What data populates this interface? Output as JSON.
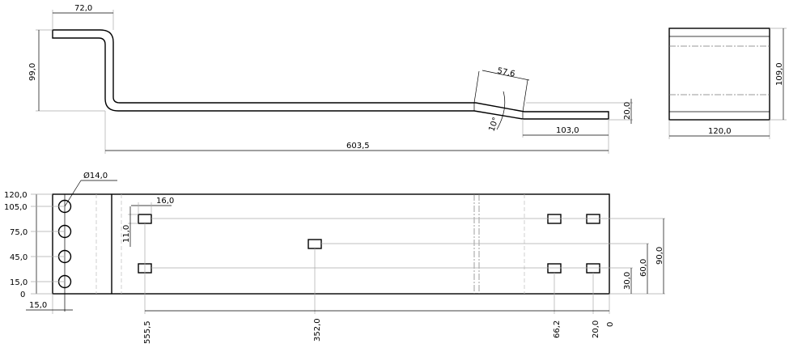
{
  "side_view": {
    "dims": {
      "flange_width": "72,0",
      "height": "99,0",
      "bend_length": "57,6",
      "bend_angle": "10°",
      "thickness": "20,0",
      "end_length": "103,0",
      "overall_length": "603,5"
    }
  },
  "end_view": {
    "dims": {
      "width": "120,0",
      "height": "109,0"
    }
  },
  "plan_view": {
    "dims": {
      "hole_diameter": "Ø14,0",
      "slot_width": "16,0",
      "slot_height": "11,0",
      "edge_offset": "15,0",
      "x_555": "555,5",
      "x_352": "352,0",
      "x_66": "66,2",
      "x_20": "20,0",
      "x_0": "0",
      "y_30": "30,0",
      "y_60": "60,0",
      "y_90": "90,0"
    },
    "y_ordinates": [
      "120,0",
      "105,0",
      "75,0",
      "45,0",
      "15,0",
      "0"
    ]
  }
}
